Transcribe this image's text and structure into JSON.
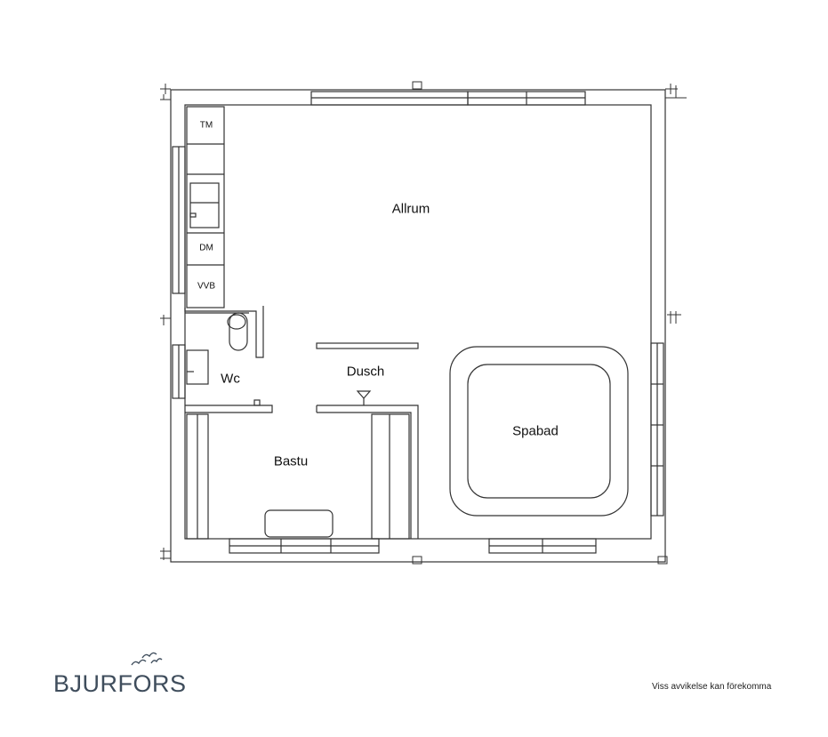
{
  "plan": {
    "rooms": {
      "allrum": "Allrum",
      "dusch": "Dusch",
      "wc": "Wc",
      "bastu": "Bastu",
      "spabad": "Spabad"
    },
    "appliances": {
      "tm": "TM",
      "dm": "DM",
      "vvb": "VVB"
    }
  },
  "brand": {
    "name": "BJURFORS",
    "logo_icon": "birds-icon",
    "color": "#3f4d5c"
  },
  "disclaimer": "Viss avvikelse kan förekomma"
}
